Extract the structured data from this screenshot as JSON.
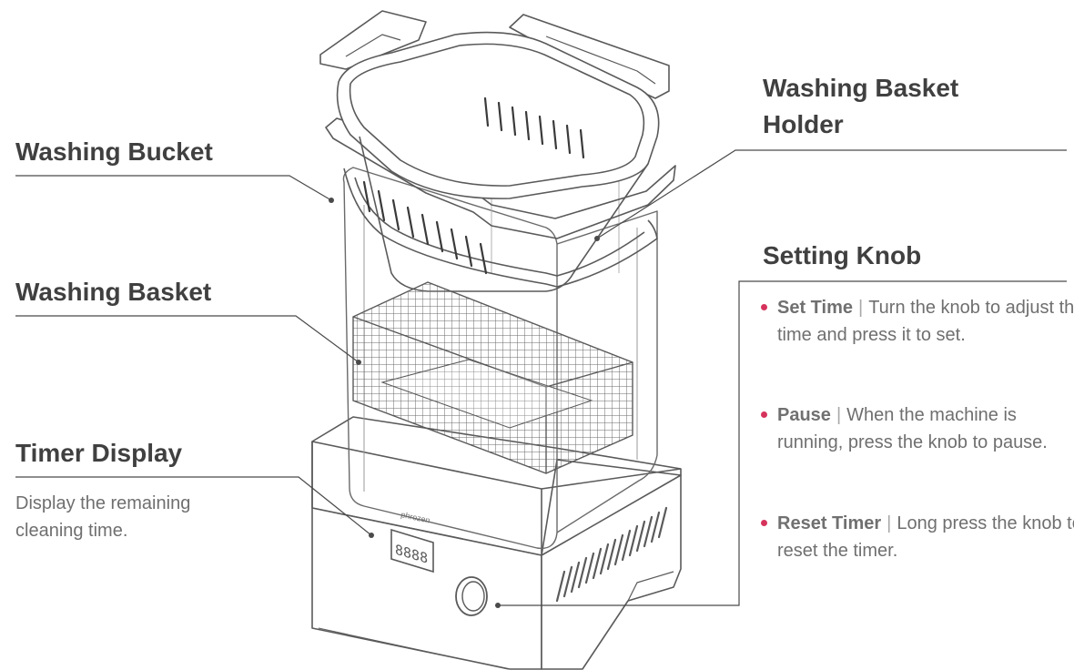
{
  "labels": {
    "washing_bucket": "Washing Bucket",
    "washing_basket": "Washing Basket",
    "timer_display": "Timer Display",
    "timer_display_desc": "Display the remaining cleaning time.",
    "washing_basket_holder_line1": "Washing Basket",
    "washing_basket_holder_line2": "Holder",
    "setting_knob": "Setting Knob"
  },
  "setting_knob_features": [
    {
      "name": "Set Time",
      "desc": "Turn the knob to adjust the time and press it to set."
    },
    {
      "name": "Pause",
      "desc": "When the machine is running, press the knob to pause."
    },
    {
      "name": "Reset Timer",
      "desc": "Long press the knob to reset the timer."
    }
  ],
  "device": {
    "brand_text": "phrozen",
    "timer_digits": "8888"
  },
  "colors": {
    "label_text": "#404040",
    "desc_text": "#6f6f6f",
    "bullet": "#d6335c",
    "leader_line": "#4a4a4a",
    "drawing_line": "#5a5a5a"
  }
}
